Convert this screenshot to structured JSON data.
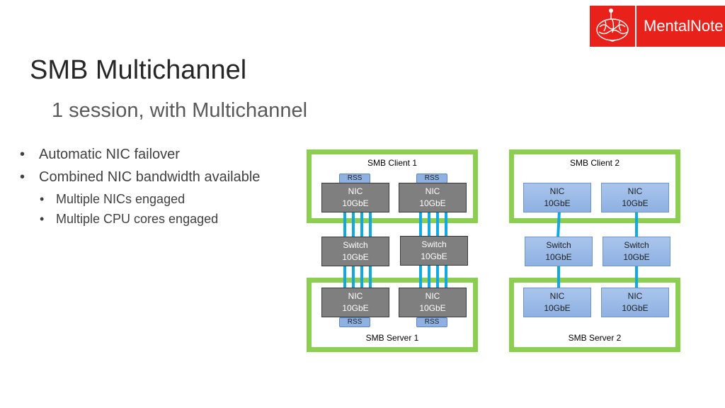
{
  "logo": {
    "text": "MentalNote",
    "brand_color": "#e8221b",
    "icon": "brain-icon"
  },
  "slide": {
    "title": "SMB Multichannel",
    "subtitle": "1 session, with Multichannel",
    "bullets": [
      {
        "text": "Automatic NIC failover",
        "level": 1
      },
      {
        "text": "Combined NIC bandwidth available",
        "level": 1
      },
      {
        "text": "Multiple NICs engaged",
        "level": 2
      },
      {
        "text": "Multiple CPU cores engaged",
        "level": 2
      }
    ]
  },
  "diagram": {
    "frame_color": "#8ccf50",
    "link_color": "#12a8e0",
    "left": {
      "client_label": "SMB Client 1",
      "server_label": "SMB Server 1",
      "rss_label": "RSS",
      "nic": {
        "line1": "NIC",
        "line2": "10GbE"
      },
      "switch": {
        "line1": "Switch",
        "line2": "10GbE"
      }
    },
    "right": {
      "client_label": "SMB Client 2",
      "server_label": "SMB Server 2",
      "nic": {
        "line1": "NIC",
        "line2": "10GbE"
      },
      "switch": {
        "line1": "Switch",
        "line2": "10GbE"
      }
    }
  }
}
